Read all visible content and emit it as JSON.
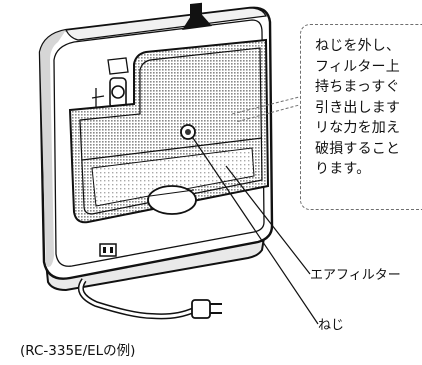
{
  "callout": {
    "lines": [
      "ねじを外し、",
      "フィルター上",
      "持ちまっすぐ",
      "引き出します",
      "リな力を加え",
      "破損すること",
      "ります。"
    ]
  },
  "labels": {
    "air_filter": "エアフィルター",
    "screw": "ねじ"
  },
  "caption": "(RC-335E/ELの例)"
}
